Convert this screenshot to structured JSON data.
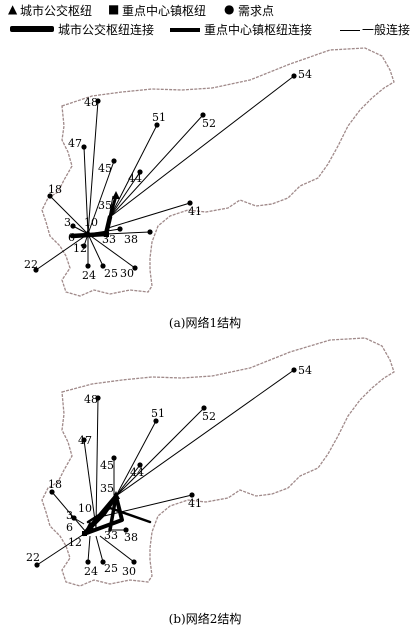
{
  "legend": {
    "city_hub": "城市公交枢纽",
    "town_hub": "重点中心镇枢纽",
    "demand": "需求点",
    "city_link": "城市公交枢纽连接",
    "town_link": "重点中心镇枢纽连接",
    "general_link": "一般连接"
  },
  "panels": [
    {
      "caption": "(a)网络1结构",
      "labels": [
        "54",
        "48",
        "51",
        "52",
        "47",
        "45",
        "44",
        "18",
        "35",
        "41",
        "3",
        "10",
        "6",
        "33",
        "38",
        "12",
        "22",
        "24",
        "25",
        "30"
      ]
    },
    {
      "caption": "(b)网络2结构",
      "labels": [
        "54",
        "48",
        "51",
        "52",
        "47",
        "45",
        "44",
        "18",
        "35",
        "41",
        "3",
        "10",
        "6",
        "33",
        "38",
        "12",
        "22",
        "24",
        "25",
        "30"
      ]
    }
  ]
}
